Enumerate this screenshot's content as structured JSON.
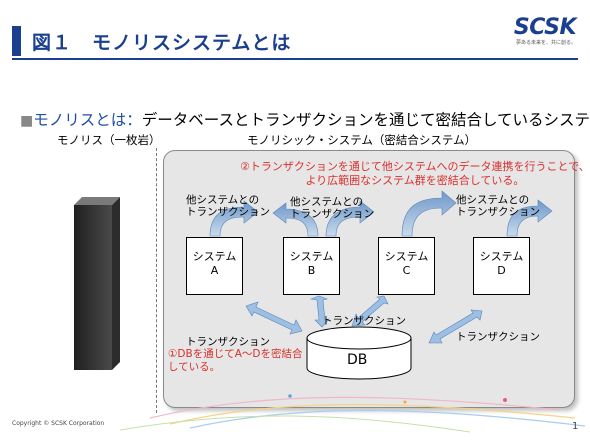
{
  "header": {
    "title": "図１　モノリスシステムとは"
  },
  "logo": {
    "word": "SCSK",
    "tagline": "夢ある未来を、共に創る。"
  },
  "lead": {
    "bullet": "■",
    "key": "モノリスとは：",
    "text": "データベースとトランザクションを通じて密結合しているシステム"
  },
  "labels": {
    "monolith": "モノリス（一枚岩）",
    "monolithic_system": "モノリシック・システム（密結合システム）"
  },
  "diagram": {
    "note_top": [
      "②トランザクションを通じて他システムへのデータ連携を行うことで、",
      "より広範囲なシステム群を密結合している。"
    ],
    "note_db": [
      "①DBを通じてA～Dを密結合",
      "している。"
    ],
    "systems": [
      {
        "line1": "システム",
        "line2": "A"
      },
      {
        "line1": "システム",
        "line2": "B"
      },
      {
        "line1": "システム",
        "line2": "C"
      },
      {
        "line1": "システム",
        "line2": "D"
      }
    ],
    "other_tx": [
      "他システムとの",
      "トランザクション"
    ],
    "tx": "トランザクション",
    "db": "DB"
  },
  "colors": {
    "accent": "#1a3f8f",
    "arrow": "#8fb3d9",
    "red": "#d9302c"
  },
  "footer": {
    "copyright": "Copyright © SCSK Corporation",
    "page": "1"
  }
}
